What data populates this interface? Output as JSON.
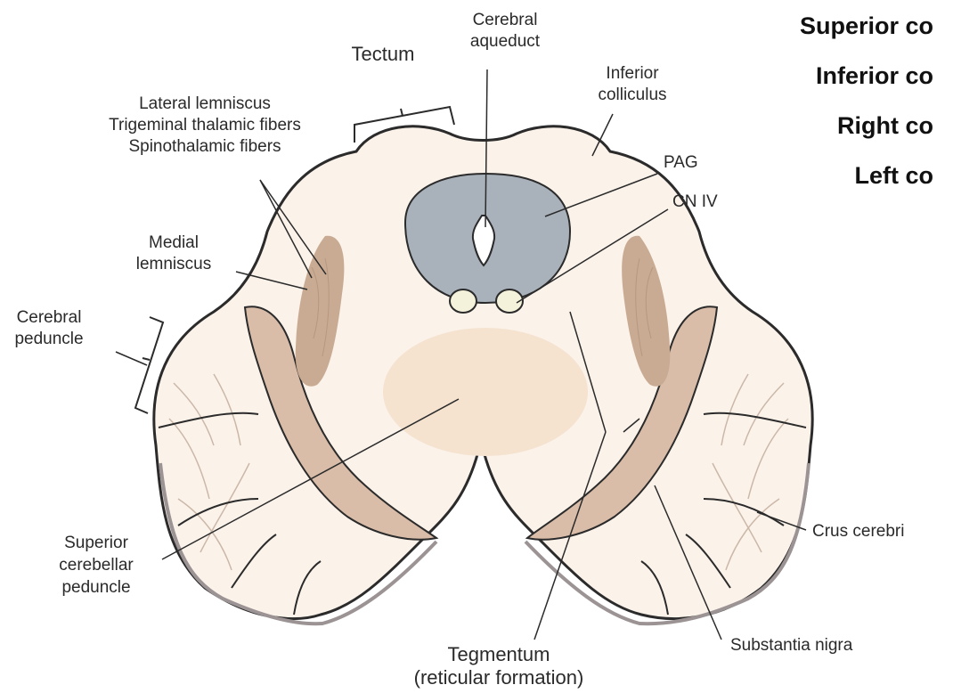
{
  "labels": {
    "cerebral_aqueduct": [
      "Cerebral",
      "aqueduct"
    ],
    "tectum": "Tectum",
    "inferior_colliculus": [
      "Inferior",
      "colliculus"
    ],
    "lateral_group": [
      "Lateral lemniscus",
      "Trigeminal thalamic fibers",
      "Spinothalamic fibers"
    ],
    "pag": "PAG",
    "cn_iv": "CN IV",
    "medial_lemniscus": [
      "Medial",
      "lemniscus"
    ],
    "cerebral_peduncle": [
      "Cerebral",
      "peduncle"
    ],
    "superior_cerebellar_peduncle": [
      "Superior",
      "cerebellar",
      "peduncle"
    ],
    "crus_cerebri": "Crus cerebri",
    "substantia_nigra": "Substantia nigra",
    "tegmentum": [
      "Tegmentum",
      "(reticular formation)"
    ]
  },
  "side_list": [
    "Superior co",
    "Inferior co",
    "Right co",
    "Left co"
  ],
  "colors": {
    "outline": "#2b2b2b",
    "tissue": "#fbf2ea",
    "pag_fill": "#a9b2bb",
    "lemniscus_fill": "#c9ab93",
    "nigra_fill": "#d9bda9",
    "reticular_fill": "#f5e3d0",
    "nucleus_fill": "#f5f2dc",
    "crus_lines": "#cbb8a8"
  }
}
